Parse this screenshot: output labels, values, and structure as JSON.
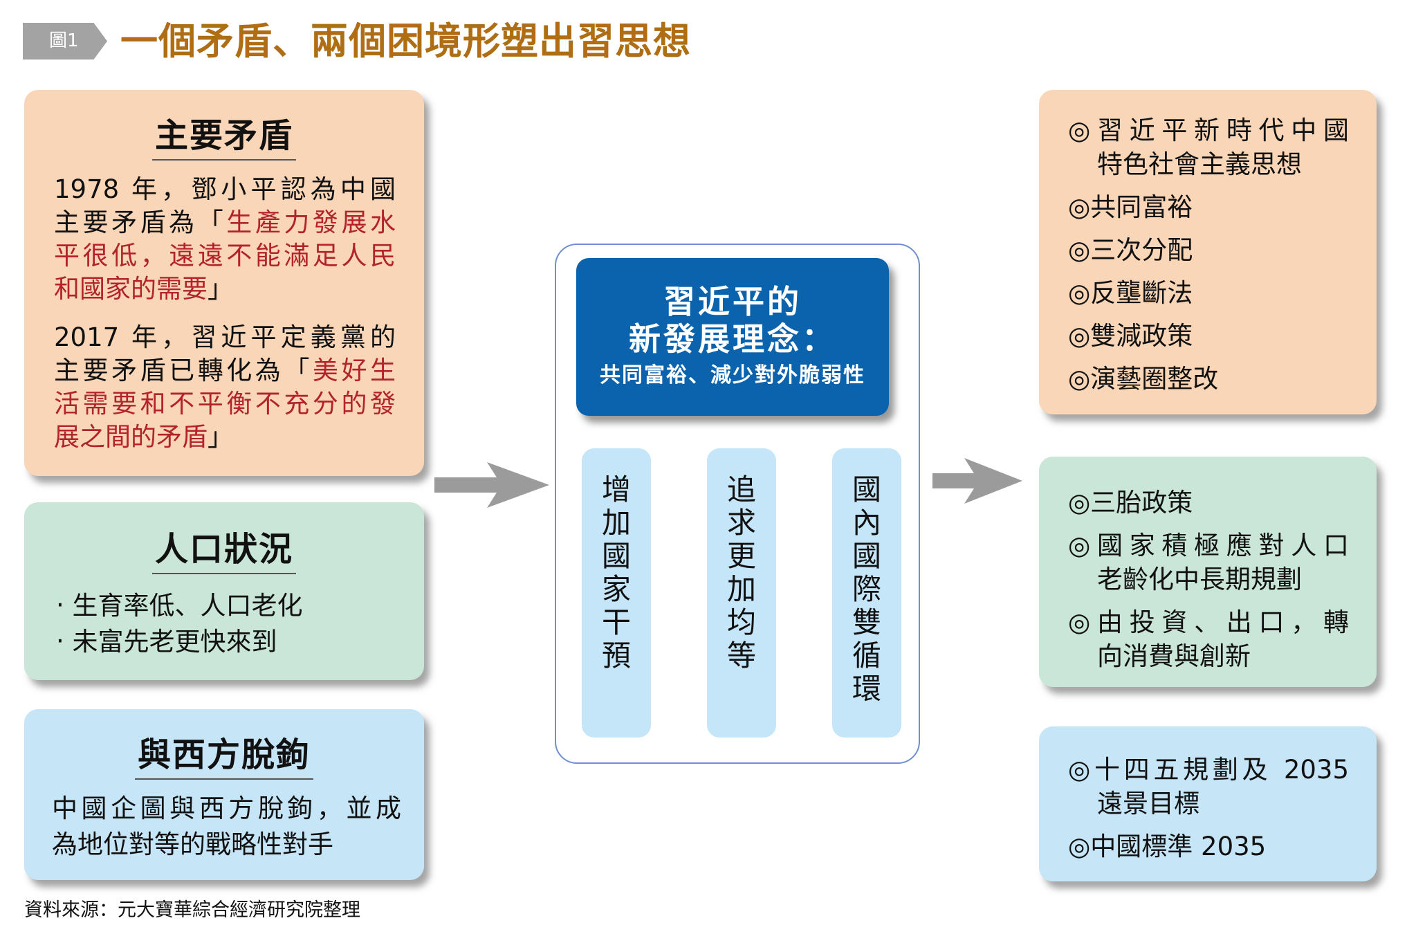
{
  "header": {
    "figure_label": "圖1",
    "title": "一個矛盾、兩個困境形塑出習思想"
  },
  "colors": {
    "title": "#b06e14",
    "badge": "#a3a3a3",
    "peach": "#f9d6b7",
    "mint": "#c9e6d8",
    "sky": "#c6e5f7",
    "idea_blue": "#0b63ae",
    "highlight_red": "#b2232b",
    "arrow": "#9a9b9a"
  },
  "left": {
    "contradiction": {
      "heading": "主要矛盾",
      "para1": [
        [
          {
            "t": "1978 年，鄧小平認為中國",
            "red": false
          }
        ],
        [
          {
            "t": "主要矛盾為「",
            "red": false
          },
          {
            "t": "生產力發展水",
            "red": true
          }
        ],
        [
          {
            "t": "平很低，遠遠不能滿足人民",
            "red": true
          }
        ],
        [
          {
            "t": "和國家的需要",
            "red": true
          },
          {
            "t": "」",
            "red": false
          }
        ]
      ],
      "para2": [
        [
          {
            "t": "2017 年，習近平定義黨的",
            "red": false
          }
        ],
        [
          {
            "t": "主要矛盾已轉化為「",
            "red": false
          },
          {
            "t": "美好生",
            "red": true
          }
        ],
        [
          {
            "t": "活需要和不平衡不充分的發",
            "red": true
          }
        ],
        [
          {
            "t": "展之間的矛盾",
            "red": true
          },
          {
            "t": "」",
            "red": false
          }
        ]
      ]
    },
    "population": {
      "heading": "人口狀況",
      "bullets": [
        "‧ 生育率低、人口老化",
        "‧ 未富先老更快來到"
      ]
    },
    "decoupling": {
      "heading": "與西方脫鉤",
      "lines": [
        "中國企圖與西方脫鉤，並成",
        "為地位對等的戰略性對手"
      ]
    }
  },
  "center": {
    "idea_title_1": "習近平的",
    "idea_title_2": "新發展理念：",
    "idea_subtitle": "共同富裕、減少對外脆弱性",
    "pillars": [
      [
        "增",
        "加",
        "國",
        "家",
        "干",
        "預"
      ],
      [
        "追",
        "求",
        "更",
        "加",
        "均",
        "等"
      ],
      [
        "國",
        "內",
        "國",
        "際",
        "雙",
        "循",
        "環"
      ]
    ]
  },
  "right": {
    "policies_a": [
      {
        "first": "◎習近平新時代中國",
        "cont": "特色社會主義思想",
        "justify": true
      },
      {
        "first": "◎共同富裕"
      },
      {
        "first": "◎三次分配"
      },
      {
        "first": "◎反壟斷法"
      },
      {
        "first": "◎雙減政策"
      },
      {
        "first": "◎演藝圈整改"
      }
    ],
    "policies_b": [
      {
        "first": "◎三胎政策"
      },
      {
        "first": "◎國家積極應對人口",
        "cont": "老齡化中長期規劃",
        "justify": true
      },
      {
        "first": "◎由投資、出口，轉",
        "cont": "向消費與創新",
        "justify": true
      }
    ],
    "policies_c": [
      {
        "first": "◎十四五規劃及 2035",
        "cont": "遠景目標",
        "justify": true
      },
      {
        "first": "◎中國標準 2035"
      }
    ]
  },
  "footer": {
    "source": "資料來源：元大寶華綜合經濟研究院整理"
  },
  "icons": {
    "arrow_left": "right-arrow-icon",
    "arrow_right": "right-arrow-icon"
  }
}
